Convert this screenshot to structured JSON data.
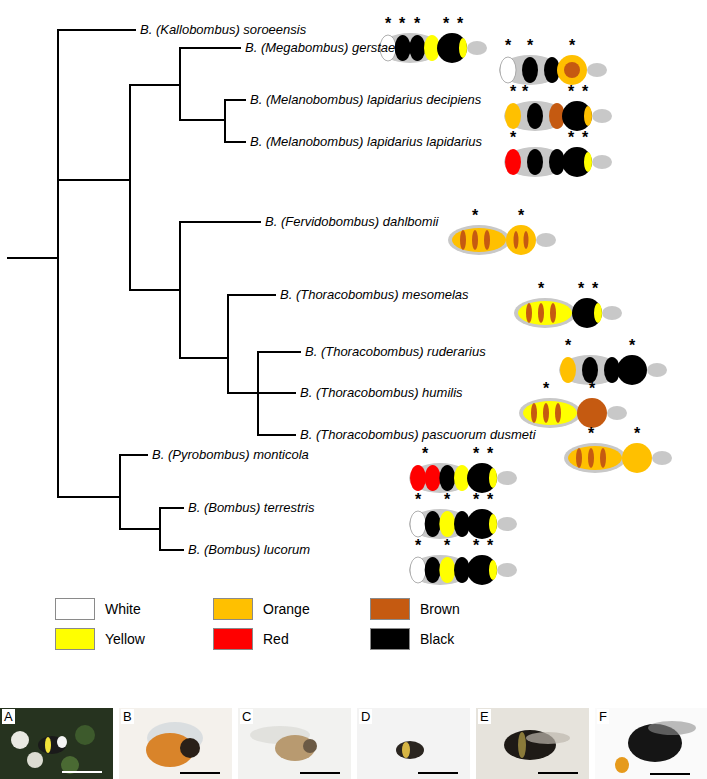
{
  "diagram": {
    "labels": [
      "B. (Kallobombus) soroeensis",
      "*",
      "*",
      "*",
      "*",
      "*",
      "B. (Megabombus) gerstaeckeri",
      "*",
      "*",
      "*",
      "B. (Melanobombus) lapidarius decipiens",
      "*",
      "*",
      "*",
      "*",
      "B. (Melanobombus) lapidarius lapidarius",
      "*",
      "*",
      "*",
      "B. (Fervidobombus) dahlbomii",
      "*",
      "*",
      "B. (Thoracobombus) mesomelas",
      "*",
      "*",
      "*",
      "B. (Thoracobombus) ruderarius",
      "*",
      "*",
      "B. (Thoracobombus) humilis",
      "*",
      "*",
      "B. (Thoracobombus) pascuorum dusmeti",
      "*",
      "*",
      "B. (Pyrobombus) monticola",
      "*",
      "*",
      "*",
      "B. (Bombus) terrestris",
      "*",
      "*",
      "*",
      "*",
      "B. (Bombus) lucorum",
      "*",
      "*",
      "*",
      "*",
      "A",
      "B",
      "C",
      "D",
      "E",
      "F"
    ],
    "legend": [
      {
        "text": "White",
        "color": "#ffffff"
      },
      {
        "text": "Orange",
        "color": "#ffc000"
      },
      {
        "text": "Brown",
        "color": "#c55a11"
      },
      {
        "text": "Yellow",
        "color": "#ffff00"
      },
      {
        "text": "Red",
        "color": "#ff0000"
      },
      {
        "text": "Black",
        "color": "#000000"
      }
    ]
  }
}
